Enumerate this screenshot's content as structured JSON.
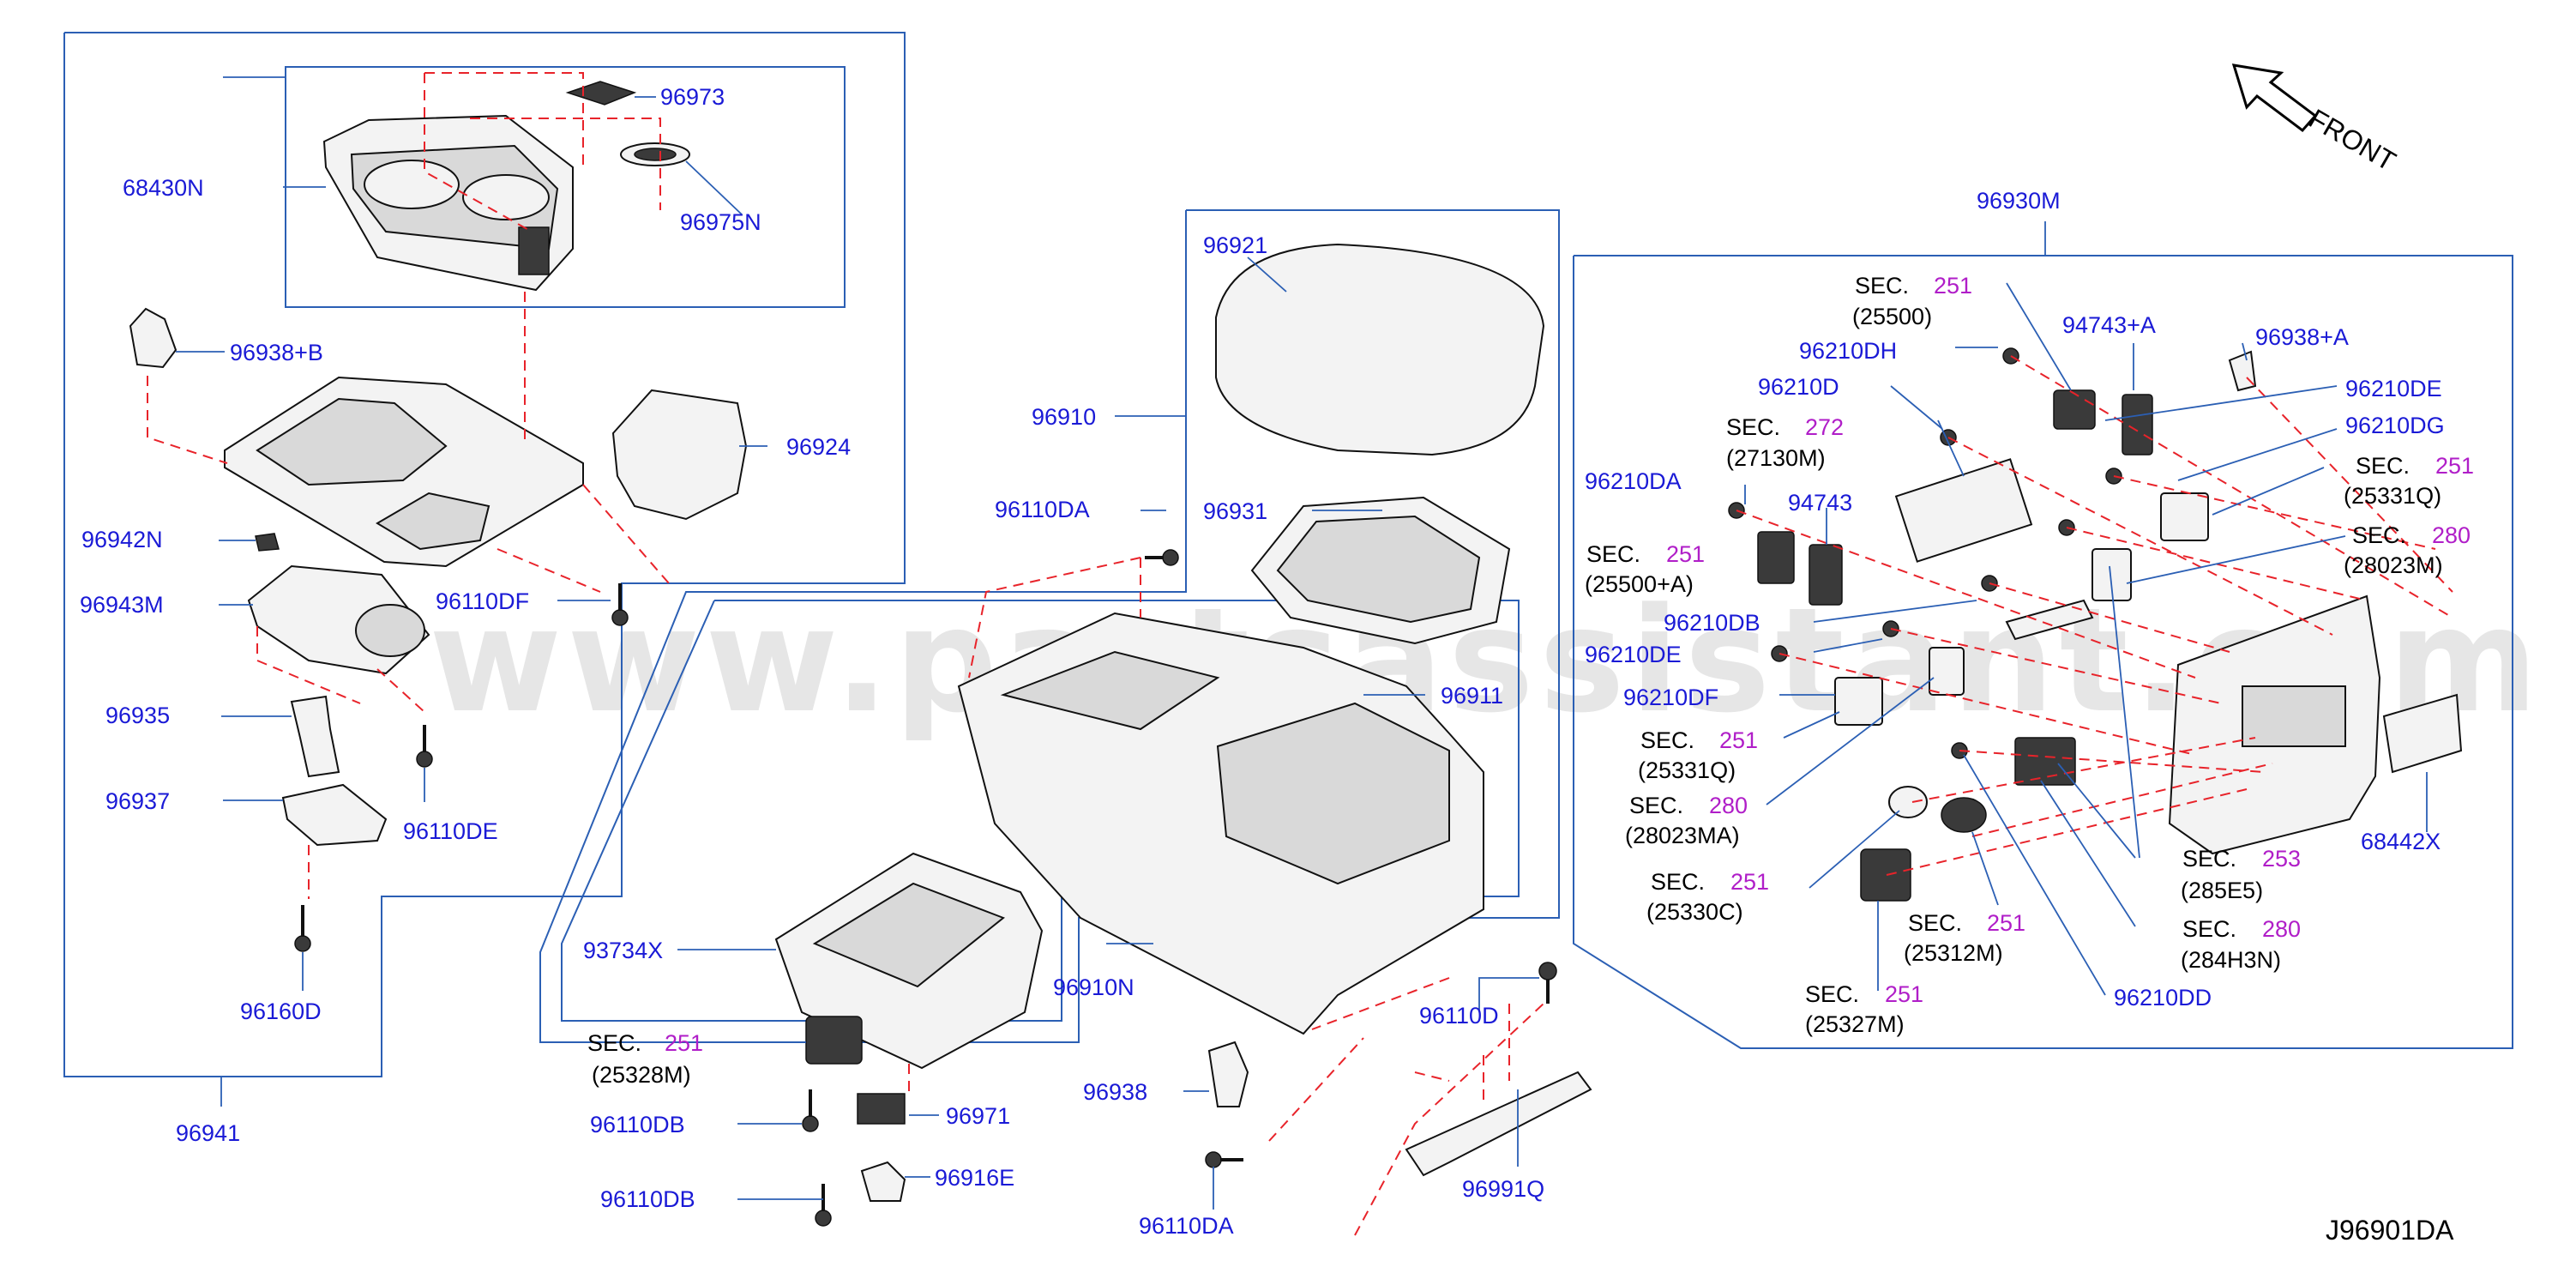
{
  "watermark": "www.partsassistant.com",
  "front_label": "FRONT",
  "diagram_code": "J96901DA",
  "parts": {
    "p68430N": "68430N",
    "p96973": "96973",
    "p96975N": "96975N",
    "p96938B": "96938+B",
    "p96924": "96924",
    "p96942N": "96942N",
    "p96943M": "96943M",
    "p96110DF": "96110DF",
    "p96935": "96935",
    "p96937": "96937",
    "p96110DE": "96110DE",
    "p96160D": "96160D",
    "p96941": "96941",
    "p96921": "96921",
    "p96910": "96910",
    "p96110DA_top": "96110DA",
    "p96931": "96931",
    "p96911": "96911",
    "p93734X": "93734X",
    "p96910N": "96910N",
    "p96110DB_1": "96110DB",
    "p96971": "96971",
    "p96110DB_2": "96110DB",
    "p96916E": "96916E",
    "p96938": "96938",
    "p96110DA_bot": "96110DA",
    "p96110D": "96110D",
    "p96991Q": "96991Q",
    "p96930M": "96930M",
    "p96210DH": "96210DH",
    "p94743A": "94743+A",
    "p96938A": "96938+A",
    "p96210D": "96210D",
    "p96210DE_r": "96210DE",
    "p96210DG": "96210DG",
    "p96210DA": "96210DA",
    "p94743": "94743",
    "p96210DB": "96210DB",
    "p96210DE": "96210DE",
    "p96210DF": "96210DF",
    "p68442X": "68442X",
    "p96210DD": "96210DD"
  },
  "sections": {
    "sec_prefix": "SEC.",
    "s25328M": {
      "num": "251",
      "code": "(25328M)"
    },
    "s25500": {
      "num": "251",
      "code": "(25500)"
    },
    "s27130M": {
      "num": "272",
      "code": "(27130M)"
    },
    "s25500A": {
      "num": "251",
      "code": "(25500+A)"
    },
    "s25331Q_r": {
      "num": "251",
      "code": "(25331Q)"
    },
    "s28023M": {
      "num": "280",
      "code": "(28023M)"
    },
    "s25331Q": {
      "num": "251",
      "code": "(25331Q)"
    },
    "s28023MA": {
      "num": "280",
      "code": "(28023MA)"
    },
    "s25330C": {
      "num": "251",
      "code": "(25330C)"
    },
    "s25312M": {
      "num": "251",
      "code": "(25312M)"
    },
    "s25327M": {
      "num": "251",
      "code": "(25327M)"
    },
    "s285E5": {
      "num": "253",
      "code": "(285E5)"
    },
    "s284H3N": {
      "num": "280",
      "code": "(284H3N)"
    }
  },
  "colors": {
    "label_blue": "#1a1ad6",
    "section_magenta": "#b01ec8",
    "frame_blue": "#2b5fb4",
    "dash_red": "#e8232a"
  }
}
